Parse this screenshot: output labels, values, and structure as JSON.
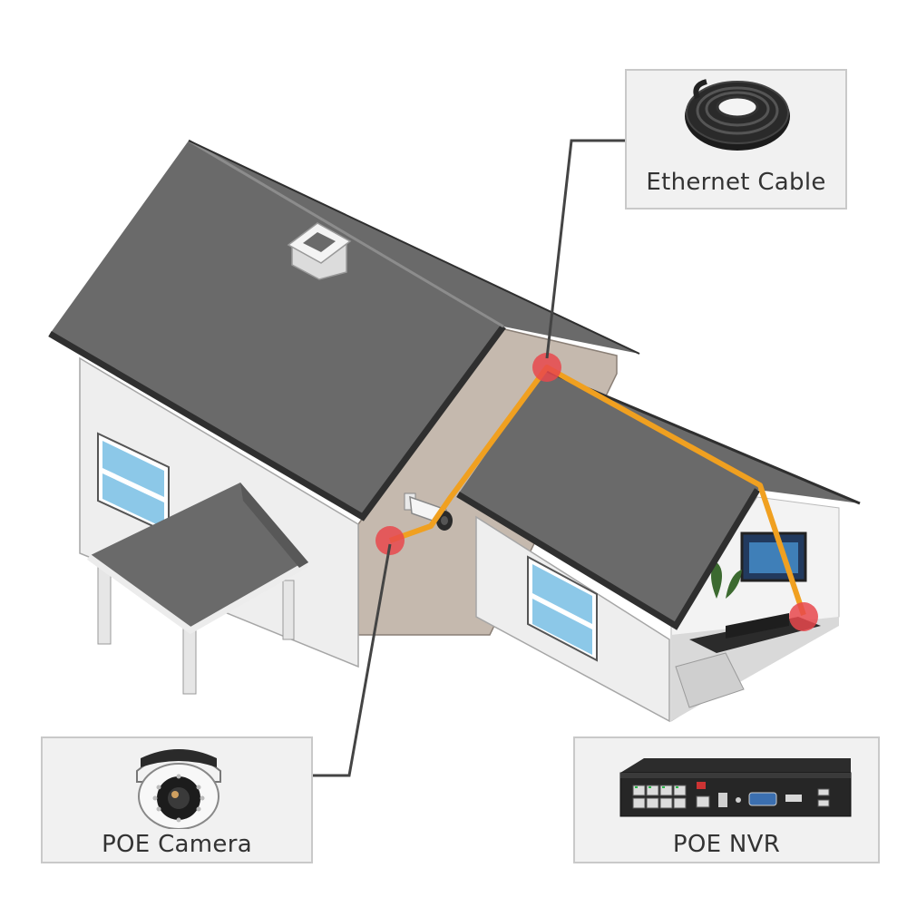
{
  "callouts": {
    "cable": {
      "label": "Ethernet Cable",
      "icon": "cable-coil-icon"
    },
    "camera": {
      "label": "POE Camera",
      "icon": "dome-camera-icon"
    },
    "nvr": {
      "label": "POE NVR",
      "icon": "nvr-recorder-icon"
    }
  },
  "colors": {
    "cable": "#f0a020",
    "marker": "#e8484c",
    "roof": "#6a6a6a",
    "roof_edge": "#3b3b3b",
    "wall_side": "#c5b9ae",
    "wall_front": "#ededed",
    "window": "#8cc8e8",
    "box_bg": "#f1f1f1",
    "box_border": "#c9c9c9",
    "leader": "#444444"
  }
}
